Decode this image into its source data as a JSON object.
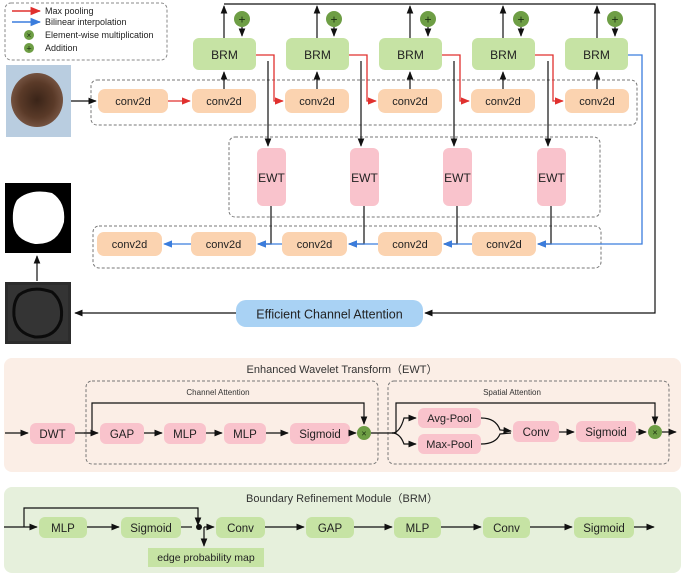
{
  "legend": {
    "max_pooling": "Max pooling",
    "bilinear": "Bilinear interpolation",
    "elementwise": "Element-wise multiplication",
    "addition": "Addition",
    "colors": {
      "max_pooling": "#e0302e",
      "bilinear": "#3b7ddd"
    }
  },
  "top": {
    "brm_label": "BRM",
    "conv_label": "conv2d",
    "ewt_label": "EWT",
    "eca_label": "Efficient Channel Attention",
    "plus_symbol": "+",
    "times_symbol": "×"
  },
  "ewt_panel": {
    "title": "Enhanced Wavelet Transform（EWT）",
    "channel_attention": "Channel Attention",
    "spatial_attention": "Spatial Attention",
    "dwt": "DWT",
    "gap": "GAP",
    "mlp": "MLP",
    "sigmoid": "Sigmoid",
    "avg_pool": "Avg-Pool",
    "max_pool": "Max-Pool",
    "conv": "Conv"
  },
  "brm_panel": {
    "title": "Boundary Refinement Module（BRM）",
    "mlp": "MLP",
    "sigmoid": "Sigmoid",
    "conv": "Conv",
    "gap": "GAP",
    "edge_map": "edge probability map"
  },
  "colors": {
    "brm_fill": "#c6e3a4",
    "conv_fill": "#fbd3b0",
    "ewt_fill": "#f9c3cc",
    "eca_fill": "#a9d2f4",
    "ewt_bg": "#fbeee6",
    "brm_bg": "#e6f0dc",
    "green_circle": "#6e9e45"
  }
}
